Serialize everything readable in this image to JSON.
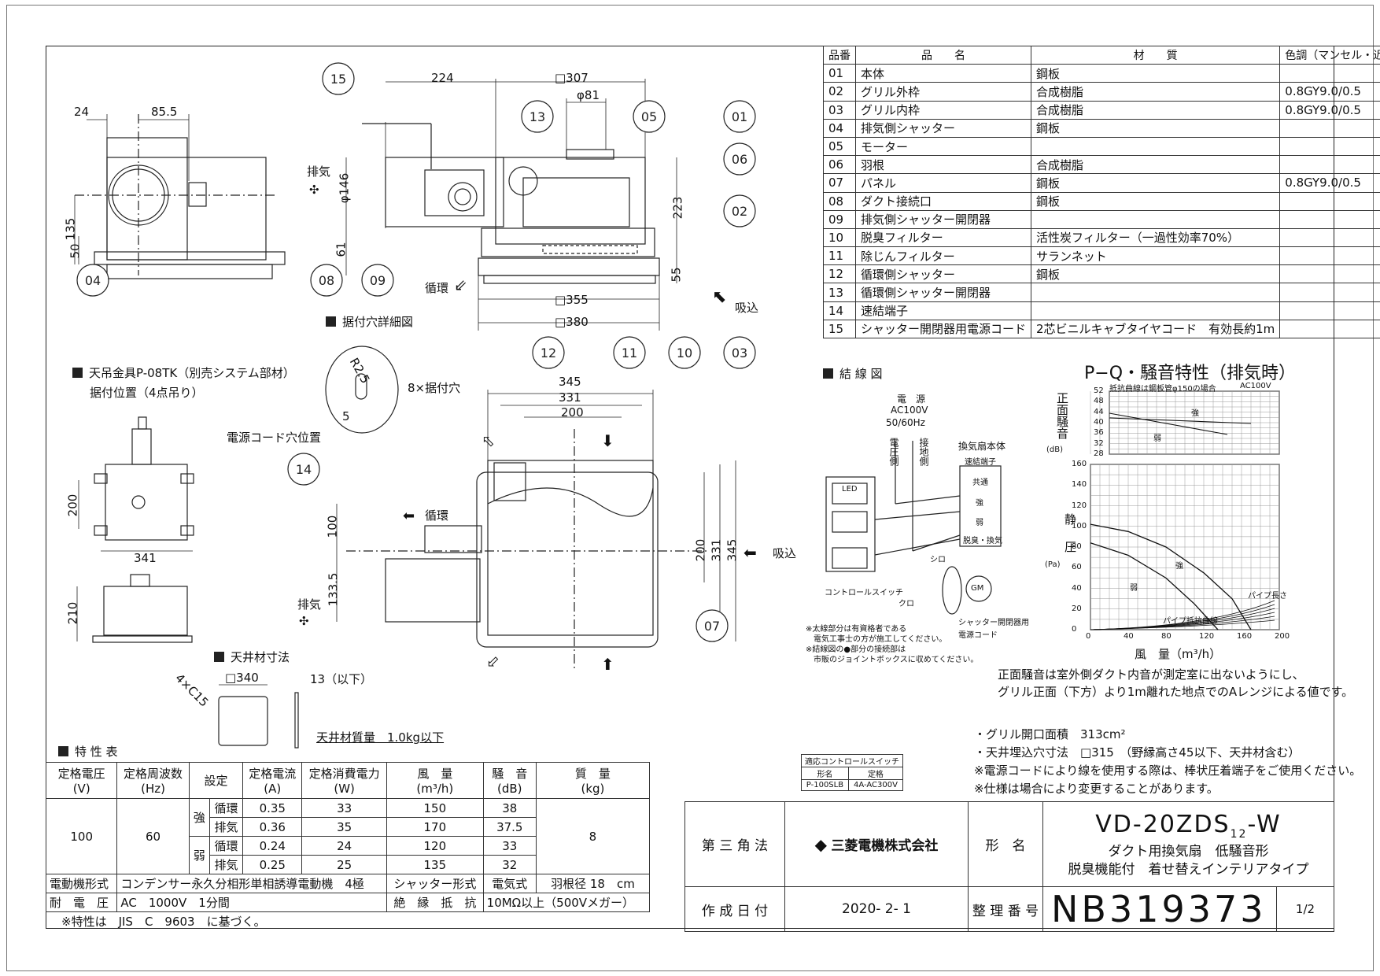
{
  "parts_table": {
    "headers": [
      "品番",
      "品　　名",
      "材　　質",
      "色調（マンセル・近）"
    ],
    "rows": [
      [
        "01",
        "本体",
        "鋼板",
        ""
      ],
      [
        "02",
        "グリル外枠",
        "合成樹脂",
        "0.8GY9.0/0.5"
      ],
      [
        "03",
        "グリル内枠",
        "合成樹脂",
        "0.8GY9.0/0.5"
      ],
      [
        "04",
        "排気側シャッター",
        "鋼板",
        ""
      ],
      [
        "05",
        "モーター",
        "",
        ""
      ],
      [
        "06",
        "羽根",
        "合成樹脂",
        ""
      ],
      [
        "07",
        "パネル",
        "鋼板",
        "0.8GY9.0/0.5"
      ],
      [
        "08",
        "ダクト接続口",
        "鋼板",
        ""
      ],
      [
        "09",
        "排気側シャッター開閉器",
        "",
        ""
      ],
      [
        "10",
        "脱臭フィルター",
        "活性炭フィルター（一過性効率70%）",
        ""
      ],
      [
        "11",
        "除じんフィルター",
        "サランネット",
        ""
      ],
      [
        "12",
        "循環側シャッター",
        "鋼板",
        ""
      ],
      [
        "13",
        "循環側シャッター開閉器",
        "",
        ""
      ],
      [
        "14",
        "速結端子",
        "",
        ""
      ],
      [
        "15",
        "シャッター開閉器用電源コード",
        "2芯ビニルキャブタイヤコード　有効長約1m",
        ""
      ]
    ]
  },
  "spec_table": {
    "title": "特 性 表",
    "headers": [
      "定格電圧\n(V)",
      "定格周波数\n(Hz)",
      "設定",
      "定格電流\n(A)",
      "定格消費電力\n(W)",
      "風　量\n(m³/h)",
      "騒　音\n(dB)",
      "質　量\n(kg)"
    ],
    "voltage": "100",
    "frequency": "60",
    "mass": "8",
    "strong": "強",
    "weak": "弱",
    "rows": [
      {
        "mode": "循環",
        "current": "0.35",
        "power": "33",
        "airflow": "150",
        "noise": "38"
      },
      {
        "mode": "排気",
        "current": "0.36",
        "power": "35",
        "airflow": "170",
        "noise": "37.5"
      },
      {
        "mode": "循環",
        "current": "0.24",
        "power": "24",
        "airflow": "120",
        "noise": "33"
      },
      {
        "mode": "排気",
        "current": "0.25",
        "power": "25",
        "airflow": "135",
        "noise": "32"
      }
    ],
    "motor_type_label": "電動機形式",
    "motor_type": "コンデンサー永久分相形単相誘導電動機　4極",
    "shutter_type_label": "シャッター形式",
    "shutter_type": "電気式",
    "blade_label": "羽根径",
    "blade": "18　cm",
    "withstand_label": "耐　電　圧",
    "withstand": "AC　1000V　1分間",
    "insulation_label": "絶　縁　抵　抗",
    "insulation": "10MΩ以上（500Vメガー）",
    "note": "※特性は　JIS　C　9603　に基づく。"
  },
  "title_block": {
    "projection": "第 三 角 法",
    "company": "三菱電機株式会社",
    "model_label": "形　名",
    "model": "VD-20ZDS",
    "model_sub": "12",
    "model_suffix": "-W",
    "desc1": "ダクト用換気扇　低騒音形",
    "desc2": "脱臭機能付　着せ替えインテリアタイプ",
    "date_label": "作 成 日 付",
    "date": "2020- 2- 1",
    "ref_label": "整 理 番 号",
    "ref": "NB319373",
    "page": "1/2"
  },
  "compat_switch": {
    "title": "適応コントロールスイッチ",
    "col1": "形名",
    "col2": "定格",
    "model": "P-100SLB",
    "rating": "4A-AC300V"
  },
  "notes": [
    "・グリル開口面積　313cm²",
    "・天井埋込穴寸法　□315　（野縁高さ45以下、天井材含む）",
    "※電源コードにより線を使用する際は、棒状圧着端子をご使用ください。",
    "※仕様は場合により変更することがあります。"
  ],
  "pq_chart": {
    "title": "P−Q・騒音特性（排気時）",
    "noise_axis_label": "正面騒音",
    "noise_unit": "(dB)",
    "noise_ticks": [
      "52",
      "48",
      "44",
      "40",
      "36",
      "32",
      "28"
    ],
    "noise_note": "抵抗曲線は鋼板管φ150の場合",
    "voltage": "AC100V",
    "pressure_axis_label": "静圧",
    "pressure_unit": "(Pa)",
    "pressure_ticks": [
      "160",
      "140",
      "120",
      "100",
      "80",
      "60",
      "40",
      "20",
      "0"
    ],
    "x_ticks": [
      "0",
      "40",
      "80",
      "120",
      "160",
      "200"
    ],
    "x_label": "風　量（m³/h）",
    "strong": "強",
    "weak": "弱",
    "pipe_resistance": "パイプ抵抗曲線",
    "pipe_length": "パイプ長さ",
    "footnote1": "正面騒音は室外側ダクト内音が測定室に出ないようにし、",
    "footnote2": "グリル正面（下方）より1m離れた地点でのAレンジによる値です。"
  },
  "chart_data": {
    "type": "line",
    "title": "P−Q・騒音特性（排気時）",
    "xlabel": "風　量（m³/h）",
    "ylabel": "静圧",
    "xlim": [
      0,
      200
    ],
    "ylim": [
      0,
      160
    ],
    "series": [
      {
        "name": "強",
        "x": [
          0,
          40,
          80,
          120,
          150,
          170
        ],
        "y": [
          102,
          95,
          80,
          55,
          30,
          0
        ]
      },
      {
        "name": "弱",
        "x": [
          0,
          40,
          80,
          110,
          135
        ],
        "y": [
          84,
          72,
          50,
          25,
          0
        ]
      }
    ]
  },
  "wiring": {
    "title": "結 線 図",
    "power_label": "電　源",
    "power_spec1": "AC100V",
    "power_spec2": "50/60Hz",
    "live_side": "電圧側",
    "ground_side": "接地側",
    "unit_label": "換気扇本体",
    "terminal_label": "速結端子",
    "terminals": [
      "共通",
      "強",
      "弱",
      "脱臭・換気"
    ],
    "switch_label": "コントロールスイッチ",
    "motor": "GM",
    "shutter_cord": "シャッター開閉器用",
    "shutter_cord2": "電源コード",
    "white": "シロ",
    "black": "クロ",
    "led": "LED",
    "note1": "※太線部分は有資格者である",
    "note2": "電気工事士の方が施工してください。",
    "note3": "※結線図の●部分の接続部は",
    "note4": "市販のジョイントボックスに収めてください。"
  },
  "drawing": {
    "dims_top": [
      "224",
      "□307",
      "φ81",
      "24",
      "85.5",
      "135",
      "50",
      "φ146",
      "61",
      "223",
      "55",
      "□355",
      "□380"
    ],
    "dims_front": [
      "345",
      "331",
      "200",
      "8×据付穴",
      "R2.5",
      "5",
      "100",
      "133.5",
      "200",
      "331",
      "345"
    ],
    "exhaust": "排気",
    "circulation": "循環",
    "intake": "吸込",
    "mount_hole_title": "据付穴詳細図",
    "hanger_title": "天吊金具P-08TK（別売システム部材）",
    "hanger_sub": "据付位置（4点吊り）",
    "hanger_dims": [
      "200",
      "341",
      "210"
    ],
    "power_hole": "電源コード穴位置",
    "ceiling_title": "天井材寸法",
    "ceiling_dims": [
      "□340",
      "13（以下）",
      "4×C15"
    ],
    "ceiling_mass": "天井材質量　1.0kg以下",
    "balloons": [
      "15",
      "13",
      "05",
      "01",
      "06",
      "02",
      "04",
      "08",
      "09",
      "12",
      "11",
      "10",
      "03",
      "14",
      "07"
    ]
  }
}
